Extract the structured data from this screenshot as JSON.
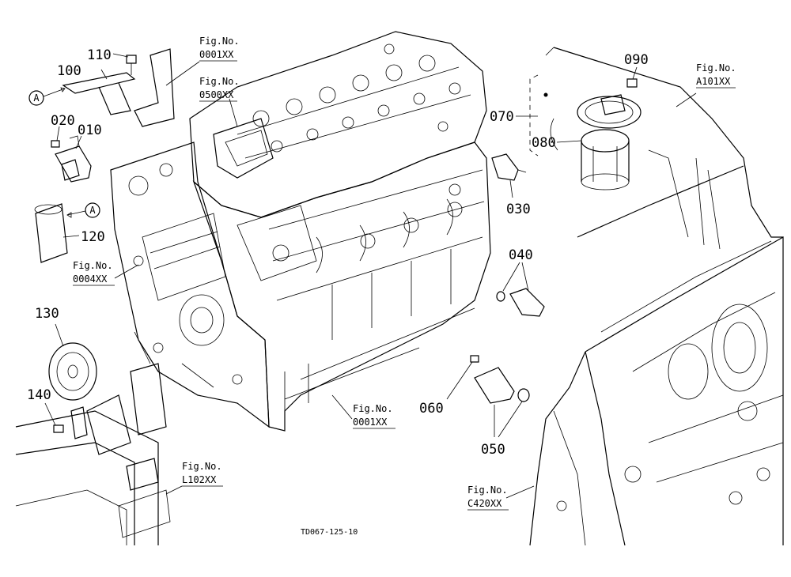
{
  "parts": {
    "p110": "110",
    "p100": "100",
    "p020": "020",
    "p010": "010",
    "p120": "120",
    "p130": "130",
    "p140": "140",
    "p030": "030",
    "p040": "040",
    "p060": "060",
    "p050": "050",
    "p070": "070",
    "p080": "080",
    "p090": "090"
  },
  "callout_a": "A",
  "refs": {
    "fig_label": "Fig.No.",
    "r0001_top": "0001XX",
    "r0500": "0500XX",
    "r0004": "0004XX",
    "r0001_bottom": "0001XX",
    "rL102": "L102XX",
    "rC420": "C420XX",
    "rA101": "A101XX"
  },
  "drawing_code": "TD067-125-10"
}
